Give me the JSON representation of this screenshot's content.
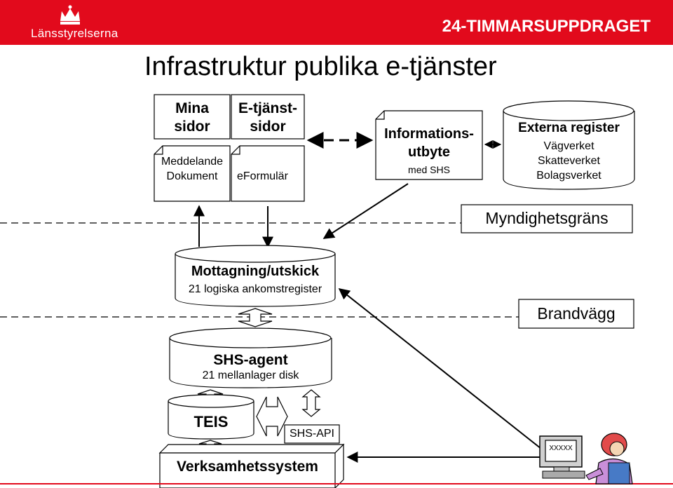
{
  "header": {
    "brand": "Länsstyrelserna",
    "program": "24-TIMMARSUPPDRAGET"
  },
  "title": "Infrastruktur publika e-tjänster",
  "boxes": {
    "mina_sidor": "Mina\nsidor",
    "e_tjanster": "E-tjänst-\nsidor",
    "meddelande": "Meddelande\nDokument",
    "eformular": "eFormulär",
    "informationsutbyte": "Informations-\nutbyte",
    "med_shs": "med SHS",
    "externa_title": "Externa register",
    "externa_items": "Vägverket\nSkatteverket\nBolagsverket",
    "myndighetsgrans": "Myndighetsgräns",
    "mottagning_title": "Mottagning/utskick",
    "mottagning_sub": "21 logiska ankomstregister",
    "brandvagg": "Brandvägg",
    "shs_agent": "SHS-agent",
    "shs_agent_sub": "21 mellanlager disk",
    "teis": "TEIS",
    "shs_api": "SHS-API",
    "verksamhet": "Verksamhetssystem",
    "screen": "XXXXX"
  }
}
